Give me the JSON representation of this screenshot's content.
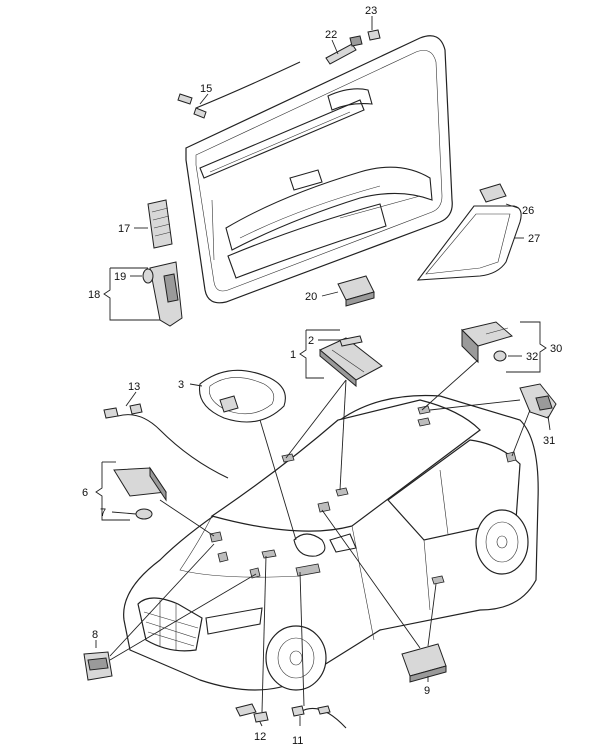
{
  "diagram": {
    "title": "Vehicle interior lighting parts diagram",
    "callouts": [
      {
        "id": "c1",
        "label": "1"
      },
      {
        "id": "c2",
        "label": "2"
      },
      {
        "id": "c3",
        "label": "3"
      },
      {
        "id": "c6",
        "label": "6"
      },
      {
        "id": "c7",
        "label": "7"
      },
      {
        "id": "c8",
        "label": "8"
      },
      {
        "id": "c9",
        "label": "9"
      },
      {
        "id": "c11",
        "label": "11"
      },
      {
        "id": "c12",
        "label": "12"
      },
      {
        "id": "c13",
        "label": "13"
      },
      {
        "id": "c15",
        "label": "15"
      },
      {
        "id": "c17",
        "label": "17"
      },
      {
        "id": "c18",
        "label": "18"
      },
      {
        "id": "c19",
        "label": "19"
      },
      {
        "id": "c20",
        "label": "20"
      },
      {
        "id": "c22",
        "label": "22"
      },
      {
        "id": "c23",
        "label": "23"
      },
      {
        "id": "c26",
        "label": "26"
      },
      {
        "id": "c27",
        "label": "27"
      },
      {
        "id": "c30",
        "label": "30"
      },
      {
        "id": "c31",
        "label": "31"
      },
      {
        "id": "c32",
        "label": "32"
      }
    ]
  }
}
